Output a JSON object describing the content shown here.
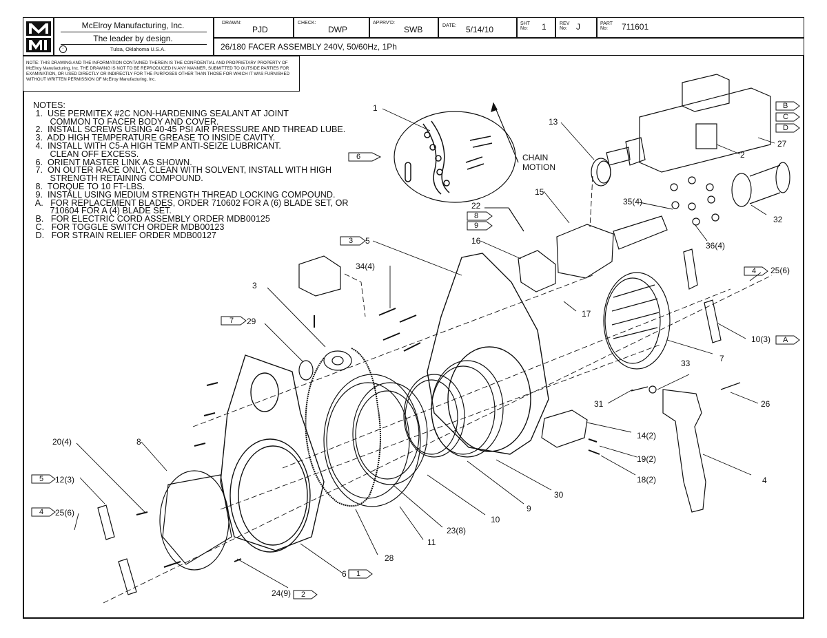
{
  "titleblock": {
    "logo_text": [
      "M",
      "MI"
    ],
    "company": "McElroy Manufacturing, Inc.",
    "tagline": "The leader by design.",
    "location": "Tulsa, Oklahoma U.S.A.",
    "drawn_label": "DRAWN:",
    "drawn": "PJD",
    "check_label": "CHECK:",
    "check": "DWP",
    "apprvd_label": "APPRV'D:",
    "apprvd": "SWB",
    "date_label": "DATE:",
    "date": "5/14/10",
    "sht_label": "SHT No:",
    "sht": "1",
    "rev_label": "REV No:",
    "rev": "J",
    "part_label": "PART No:",
    "part": "711601",
    "title": "26/180 FACER ASSEMBLY 240V, 50/60Hz, 1Ph",
    "confidential": "NOTE: THIS DRAWING AND THE INFORMATION CONTAINED THEREIN IS THE CONFIDENTIAL AND PROPRIETARY PROPERTY OF McElroy Manufacturing, Inc. THE DRAWING IS NOT TO BE REPRODUCED IN ANY MANNER, SUBMITTED TO OUTSIDE PARTIES FOR EXAMINATION, OR USED DIRECTLY OR INDIRECTLY FOR THE PURPOSES OTHER THAN THOSE FOR WHICH IT WAS FURNISHED WITHOUT WRITTEN PERMISSION OF McElroy Manufacturing, Inc."
  },
  "notes": {
    "heading": "NOTES:",
    "lines": [
      " 1.  USE PERMITEX #2C NON-HARDENING SEALANT AT JOINT",
      "       COMMON TO FACER BODY AND COVER.",
      " 2.  INSTALL SCREWS USING 40-45 PSI AIR PRESSURE AND THREAD LUBE.",
      " 3.  ADD HIGH TEMPERATURE GREASE TO INSIDE CAVITY.",
      " 4.  INSTALL WITH C5-A HIGH TEMP ANTI-SEIZE LUBRICANT.",
      "       CLEAN OFF EXCESS.",
      " 6.  ORIENT MASTER LINK AS SHOWN.",
      " 7.  ON OUTER RACE ONLY, CLEAN WITH SOLVENT, INSTALL WITH HIGH",
      "       STRENGTH RETAINING COMPOUND.",
      " 8.  TORQUE TO 10 FT-LBS.",
      " 9.  INSTALL USING MEDIUM STRENGTH THREAD LOCKING COMPOUND.",
      " A.   FOR REPLACEMENT BLADES, ORDER 710602 FOR A (6) BLADE SET, OR",
      "       710604 FOR A (4) BLADE SET.",
      " B.   FOR ELECTRIC CORD ASSEMBLY ORDER MDB00125",
      " C.   FOR TOGGLE SWITCH ORDER MDB00123",
      " D.   FOR STRAIN RELIEF ORDER MDB00127"
    ]
  },
  "chain_motion": [
    "CHAIN",
    "MOTION"
  ],
  "callouts": {
    "c1": "1",
    "c2": "2",
    "c3": "3",
    "c4": "4",
    "c5": "5",
    "c6": "6",
    "c7": "7",
    "c8": "8",
    "c9": "9",
    "c10": "10",
    "c10_3": "10(3)",
    "c11": "11",
    "c12_3": "12(3)",
    "c13": "13",
    "c14_2": "14(2)",
    "c15": "15",
    "c16": "16",
    "c17": "17",
    "c18_2": "18(2)",
    "c19_2": "19(2)",
    "c20_4": "20(4)",
    "c22": "22",
    "c23_8": "23(8)",
    "c24_9": "24(9)",
    "c25_6a": "25(6)",
    "c25_6b": "25(6)",
    "c26": "26",
    "c27": "27",
    "c28": "28",
    "c29": "29",
    "c30": "30",
    "c31": "31",
    "c32": "32",
    "c33": "33",
    "c34_4": "34(4)",
    "c35_4": "35(4)",
    "c36_4": "36(4)"
  },
  "flags": {
    "f6": "6",
    "f8": "8",
    "f9": "9",
    "f3": "3",
    "f7": "7",
    "f4a": "4",
    "f4b": "4",
    "f5": "5",
    "f1": "1",
    "f2": "2",
    "fA": "A",
    "fB": "B",
    "fC": "C",
    "fD": "D"
  }
}
